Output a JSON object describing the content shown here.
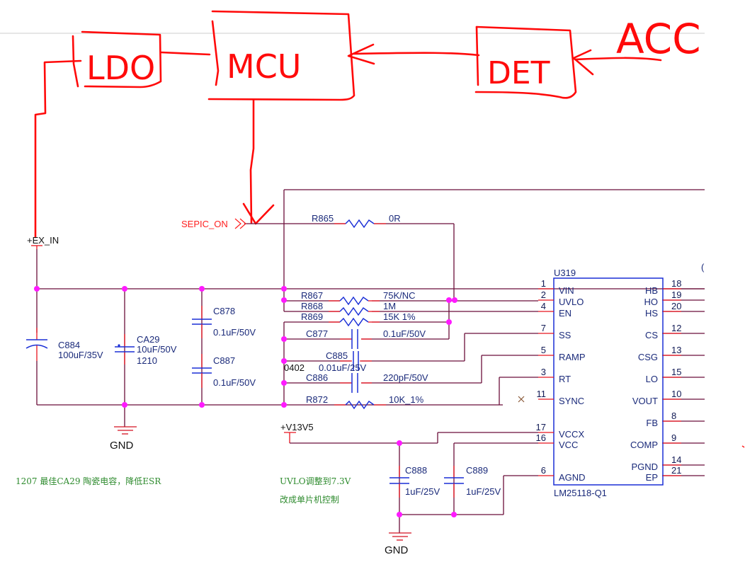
{
  "annotations": {
    "blocks": [
      {
        "id": "ldo",
        "label": "LDO"
      },
      {
        "id": "mcu",
        "label": "MCU"
      },
      {
        "id": "det",
        "label": "DET"
      }
    ],
    "input_label": "ACC",
    "flow": "ACC → DET → MCU → SEPIC_ON; LDO → MCU; LDO ← +EX_IN"
  },
  "nets": {
    "ex_in": "+EX_IN",
    "sepic_on": "SEPIC_ON",
    "v13v5": "+V13V5",
    "gnd_1": "GND",
    "gnd_2": "GND"
  },
  "components": {
    "r865": {
      "ref": "R865",
      "value": "0R"
    },
    "r867": {
      "ref": "R867",
      "value": "75K/NC"
    },
    "r868": {
      "ref": "R868",
      "value": "1M"
    },
    "r869": {
      "ref": "R869",
      "value": "15K 1%"
    },
    "c877": {
      "ref": "C877",
      "value": "0.1uF/50V"
    },
    "c885": {
      "ref": "C885",
      "value": "0.01uF/25V",
      "package": "0402"
    },
    "c886": {
      "ref": "C886",
      "value": "220pF/50V"
    },
    "r872": {
      "ref": "R872",
      "value": "10K_1%"
    },
    "c884": {
      "ref": "C884",
      "value": "100uF/35V"
    },
    "ca29": {
      "ref": "CA29",
      "value": "10uF/50V",
      "package": "1210"
    },
    "c878": {
      "ref": "C878",
      "value": "0.1uF/50V"
    },
    "c887": {
      "ref": "C887",
      "value": "0.1uF/50V"
    },
    "c888": {
      "ref": "C888",
      "value": "1uF/25V"
    },
    "c889": {
      "ref": "C889",
      "value": "1uF/25V"
    }
  },
  "ic": {
    "ref": "U319",
    "part": "LM25118-Q1",
    "left_pins": [
      {
        "num": "1",
        "name": "VIN"
      },
      {
        "num": "2",
        "name": "UVLO"
      },
      {
        "num": "4",
        "name": "EN"
      },
      {
        "num": "7",
        "name": "SS"
      },
      {
        "num": "5",
        "name": "RAMP"
      },
      {
        "num": "3",
        "name": "RT"
      },
      {
        "num": "11",
        "name": "SYNC"
      },
      {
        "num": "17",
        "name": "VCCX"
      },
      {
        "num": "16",
        "name": "VCC"
      },
      {
        "num": "6",
        "name": "AGND"
      }
    ],
    "right_pins": [
      {
        "num": "18",
        "name": "HB"
      },
      {
        "num": "19",
        "name": "HO"
      },
      {
        "num": "20",
        "name": "HS"
      },
      {
        "num": "12",
        "name": "CS"
      },
      {
        "num": "13",
        "name": "CSG"
      },
      {
        "num": "15",
        "name": "LO"
      },
      {
        "num": "10",
        "name": "VOUT"
      },
      {
        "num": "8",
        "name": "FB"
      },
      {
        "num": "9",
        "name": "COMP"
      },
      {
        "num": "14",
        "name": "PGND"
      },
      {
        "num": "21",
        "name": "EP"
      }
    ]
  },
  "notes": {
    "note_1": "1207  最佳CA29 陶瓷电容，降低ESR",
    "note_2": "UVLO调整到7.3V",
    "note_3": "改成单片机控制"
  },
  "colors": {
    "wire": "#6b0f3a",
    "pin": "#e8141e",
    "component": "#1a2fd6",
    "junction": "#ff1aff",
    "handwriting": "#ff0a0a",
    "note": "#2e8b2e"
  }
}
